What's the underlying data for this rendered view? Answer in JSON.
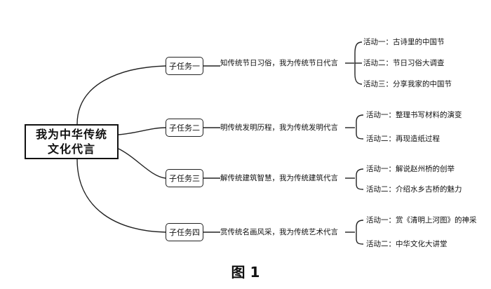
{
  "root": {
    "line1": "我为中华传统",
    "line2": "文化代言"
  },
  "tasks": [
    {
      "label": "子任务一",
      "theme": "知传统节日习俗，我为传统节日代言",
      "activities": [
        "活动一：古诗里的中国节",
        "活动二：节日习俗大调查",
        "活动三：分享我家的中国节"
      ]
    },
    {
      "label": "子任务二",
      "theme": "明传统发明历程，我为传统发明代言",
      "activities": [
        "活动一：整理书写材料的演变",
        "活动二：再现造纸过程"
      ]
    },
    {
      "label": "子任务三",
      "theme": "解传统建筑智慧，我为传统建筑代言",
      "activities": [
        "活动一：解说赵州桥的创举",
        "活动二：介绍水乡古桥的魅力"
      ]
    },
    {
      "label": "子任务四",
      "theme": "赏传统名画风采，我为传统艺术代言",
      "activities": [
        "活动一：赏《清明上河图》的神采",
        "活动二：中华文化大讲堂"
      ]
    }
  ],
  "caption": "图  1"
}
